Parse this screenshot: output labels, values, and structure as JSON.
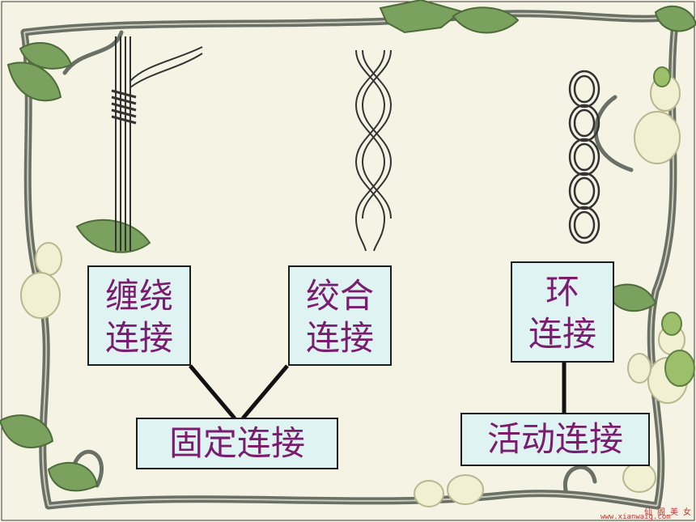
{
  "labels": {
    "winding": [
      "缠绕",
      "连接"
    ],
    "twisting": [
      "绞合",
      "连接"
    ],
    "ring": [
      "环",
      "连接"
    ],
    "fixed": "固定连接",
    "movable": "活动连接"
  },
  "watermark": {
    "top": "仙 阁 美 女",
    "bottom": "www.xianwaig.com"
  },
  "colors": {
    "background": "#f4f3e4",
    "panel_fill": "#dff3f3",
    "panel_text": "#7a1d6f",
    "vine": "#6b7066",
    "leaf": "#7aa25e",
    "gourd": "#f1f0d2"
  },
  "icons": [
    "vine-border",
    "leaf-icon",
    "gourd-icon",
    "wire-winding-icon",
    "wire-twist-icon",
    "chain-ring-icon"
  ]
}
